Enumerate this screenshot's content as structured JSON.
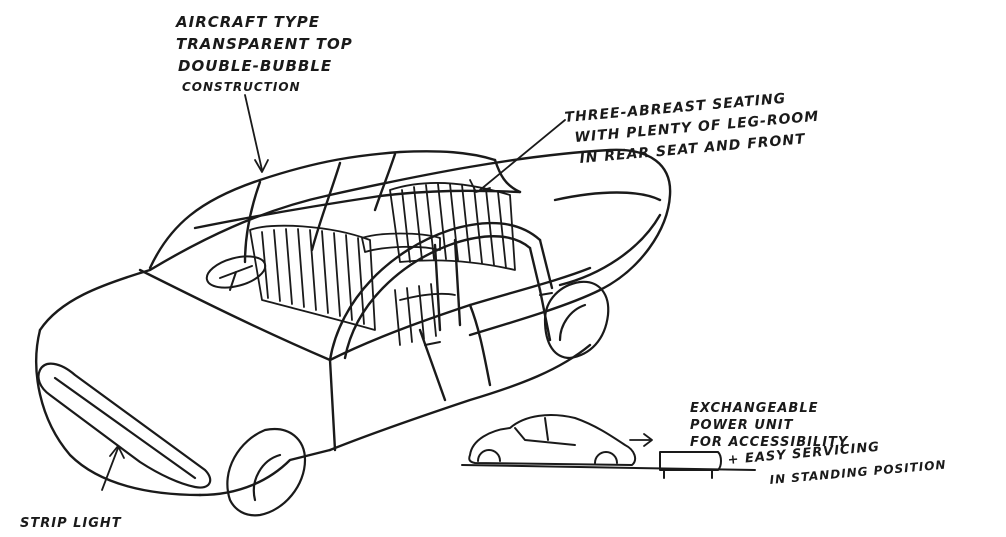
{
  "annotations": {
    "canopy": {
      "lines": [
        "AIRCRAFT TYPE",
        "TRANSPARENT TOP",
        "DOUBLE-BUBBLE",
        "CONSTRUCTION"
      ]
    },
    "seating": {
      "lines": [
        "THREE-ABREAST SEATING",
        "WITH PLENTY OF LEG-ROOM",
        "IN REAR SEAT AND FRONT"
      ]
    },
    "power_unit": {
      "lines": [
        "EXCHANGEABLE",
        "POWER UNIT",
        "FOR ACCESSIBILITY",
        "+ EASY SERVICING",
        "IN STANDING POSITION"
      ]
    },
    "strip_light": {
      "label": "STRIP LIGHT"
    }
  }
}
